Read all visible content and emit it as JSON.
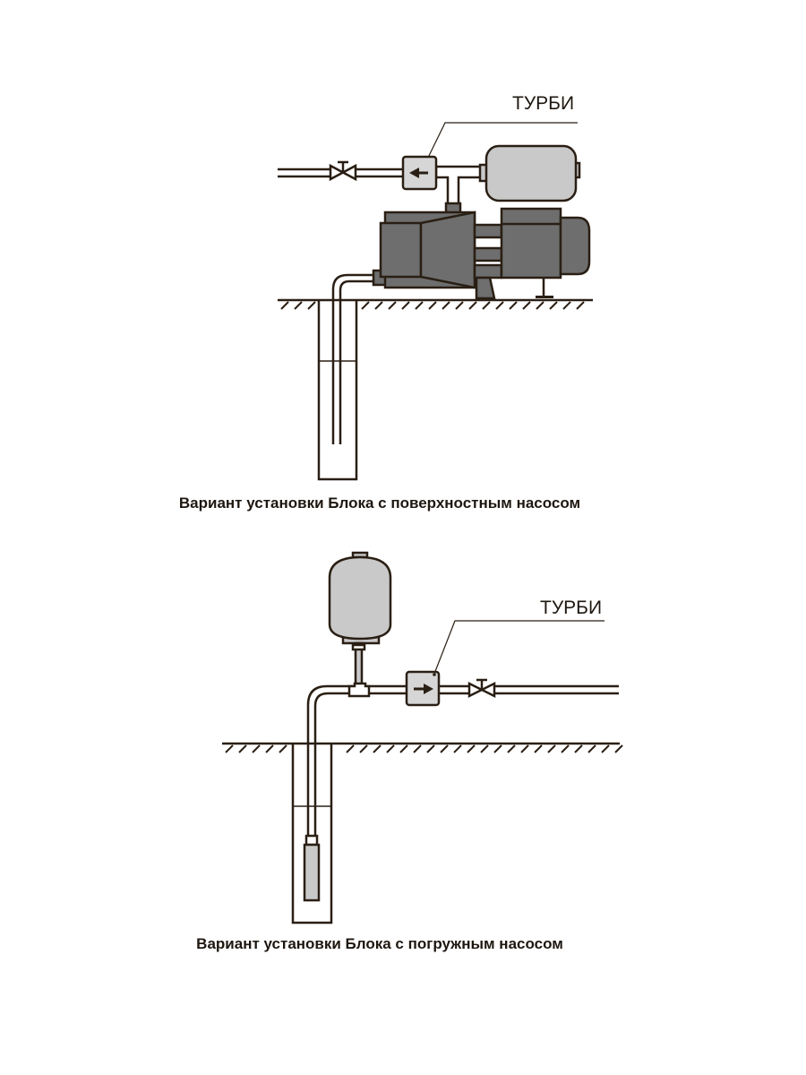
{
  "diagram_surface": {
    "device_label": "ТУРБИ",
    "caption": "Вариант установки Блока с поверхностным насосом"
  },
  "diagram_submersible": {
    "device_label": "ТУРБИ",
    "caption": "Вариант установки Блока с погружным насосом"
  },
  "colors": {
    "stroke": "#2a1f14",
    "tank": "#c9c9c9",
    "pump": "#6e6e6e",
    "device": "#d6d6d6"
  }
}
